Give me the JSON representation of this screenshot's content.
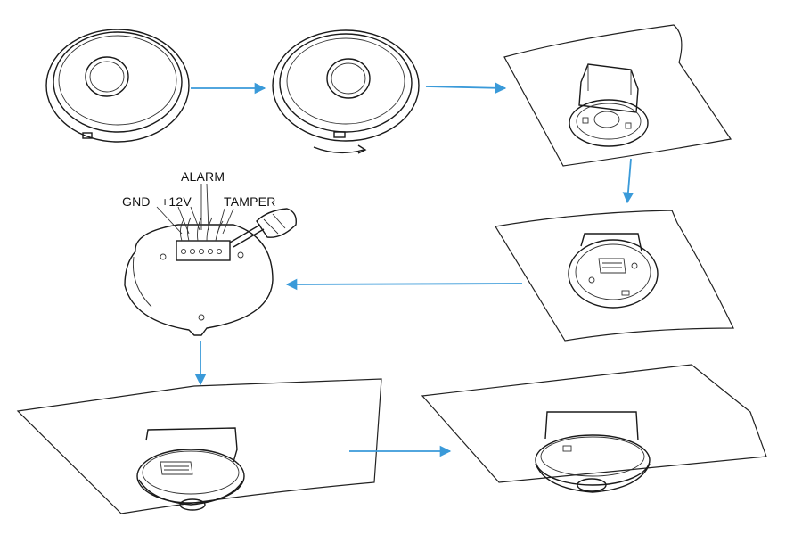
{
  "labels": {
    "gnd": "GND",
    "v12": "+12V",
    "alarm": "ALARM",
    "tamper": "TAMPER"
  },
  "colors": {
    "arrow": "#3a9ad9",
    "line": "#1a1a1a",
    "background": "#ffffff"
  },
  "steps": [
    "detector-closed",
    "rotate-base",
    "base-on-ceiling-box",
    "base-mounted-open",
    "wire-terminals",
    "detector-attaching",
    "detector-installed"
  ]
}
